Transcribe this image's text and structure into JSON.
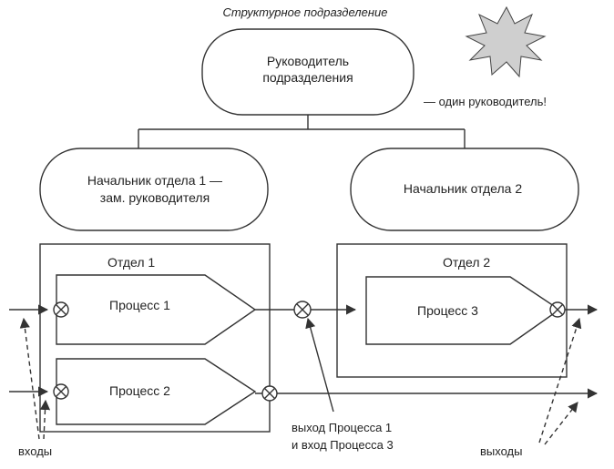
{
  "diagram": {
    "unit_title": "Структурное подразделение",
    "head": {
      "line1": "Руководитель",
      "line2": "подразделения"
    },
    "note": "— один руководитель!",
    "chief1": {
      "line1": "Начальник отдела 1 —",
      "line2": "зам. руководителя"
    },
    "chief2": "Начальник отдела 2",
    "dept1": "Отдел 1",
    "dept2": "Отдел 2",
    "process1": "Процесс 1",
    "process2": "Процесс 2",
    "process3": "Процесс 3",
    "io_annotation": {
      "line1": "выход Процесса 1",
      "line2": "и вход Процесса 3"
    },
    "inputs_label": "входы",
    "outputs_label": "выходы"
  }
}
